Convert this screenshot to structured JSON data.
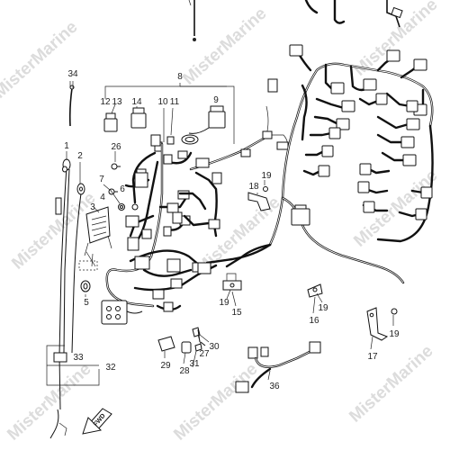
{
  "watermark": "MisterMarine",
  "fwd_label": "FWD",
  "callouts": {
    "c1": "1",
    "c2": "2",
    "c3": "3",
    "c4": "4",
    "c5": "5",
    "c6": "6",
    "c7": "7",
    "c8": "8",
    "c9": "9",
    "c10": "10",
    "c11": "11",
    "c12": "12",
    "c13": "13",
    "c14": "14",
    "c15": "15",
    "c16": "16",
    "c17": "17",
    "c18": "18",
    "c19a": "19",
    "c19b": "19",
    "c19c": "19",
    "c19d": "19",
    "c26": "26",
    "c27": "27",
    "c28": "28",
    "c29": "29",
    "c30": "30",
    "c31": "31",
    "c32": "32",
    "c33": "33",
    "c34": "34",
    "c36": "36"
  },
  "colors": {
    "line": "#111111",
    "watermark": "#dcdcdc",
    "background": "#ffffff"
  }
}
